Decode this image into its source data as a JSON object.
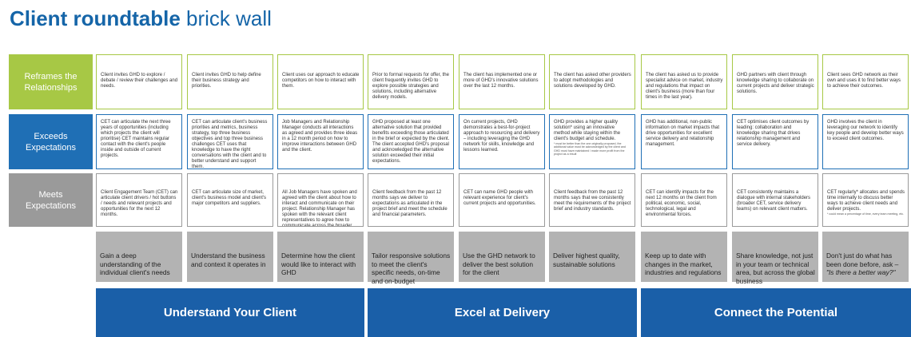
{
  "title": {
    "bold": "Client roundtable",
    "light": "brick wall"
  },
  "rows": [
    {
      "label": "Reframes the Relationships",
      "color": "#a7c845",
      "cells": [
        {
          "text": "Client invites GHD to explore / debate / review their challenges and needs.",
          "note": ""
        },
        {
          "text": "Client invites GHD to help define their business strategy and priorities.",
          "note": ""
        },
        {
          "text": "Client uses our approach to educate competitors on how to interact with them.",
          "note": ""
        },
        {
          "text": "Prior to formal requests for offer, the client frequently invites GHD to explore possible strategies and solutions, including alternative delivery models.",
          "note": ""
        },
        {
          "text": "The client has implemented one or more of GHD's innovative solutions over the last 12 months.",
          "note": ""
        },
        {
          "text": "The client has asked other providers to adopt methodologies and solutions developed by GHD.",
          "note": ""
        },
        {
          "text": "The client has asked us to provide specialist advice on market, industry and regulations that impact on client's business (more than four times in the last year).",
          "note": ""
        },
        {
          "text": "GHD partners with client through knowledge sharing to collaborate on current projects and deliver strategic solutions.",
          "note": ""
        },
        {
          "text": "Client sees GHD network as their own and uses it to find better ways to achieve their outcomes.",
          "note": ""
        }
      ]
    },
    {
      "label": "Exceeds Expectations",
      "color": "#1f6fb5",
      "cells": [
        {
          "text": "CET can articulate the next three years of opportunities (including which projects the client will prioritise) CET maintains regular contact with the client's people inside and outside of current projects.",
          "note": ""
        },
        {
          "text": "CET can articulate client's business priorities and metrics, business strategy, top three business objectives and top three business challenges CET uses that knowledge to have the right conversations with the client and to better understand and support them.",
          "note": ""
        },
        {
          "text": "Job Managers and Relationship Manager conducts all interactions as agreed and provides three ideas in a 12 month period on how to improve interactions between GHD and the client.",
          "note": ""
        },
        {
          "text": "GHD proposed at least one alternative solution that provided benefits exceeding those articulated in the brief or expected by the client. The client accepted GHD's proposal and acknowledged the alternative solution exceeded their initial expectations.",
          "note": ""
        },
        {
          "text": "On current projects, GHD demonstrates a best-for-project approach to resourcing and delivery – including leveraging the GHD network for skills, knowledge and lessons learned.",
          "note": ""
        },
        {
          "text": "GHD provides a higher quality solution* using an innovative method while staying within the client's budget and schedule.",
          "note": "* must be better than the one originally proposed, the additional value must be acknowledged by the client and GHD must have maintained / made more profit from the project as a result"
        },
        {
          "text": "GHD has additional, non-public information on market impacts that drive opportunities for excellent service delivery and relationship management.",
          "note": ""
        },
        {
          "text": "CET optimises client outcomes by leading: collaboration and knowledge sharing that drives relationship management and service delivery.",
          "note": ""
        },
        {
          "text": "GHD involves the client in leveraging our network to identify key people and develop better ways to exceed client outcomes.",
          "note": ""
        }
      ]
    },
    {
      "label": "Meets Expectations",
      "color": "#9a9a9a",
      "cells": [
        {
          "text": "Client Engagement Team (CET) can articulate client drivers / hot buttons / needs and relevant projects and opportunities for the next 12 months.",
          "note": ""
        },
        {
          "text": "CET can articulate size of market, client's business model and client's major competitors and suppliers.",
          "note": ""
        },
        {
          "text": "All Job Managers have spoken and agreed with the client about how to interact and communicate on their project. Relationship Manager has spoken with the relevant client representatives to agree how to communicate across the broader relationship.",
          "note": ""
        },
        {
          "text": "Client feedback from the past 12 months says we deliver to expectations as articulated in the project brief and meet the schedule and financial parameters.",
          "note": ""
        },
        {
          "text": "CET can name GHD people with relevant experience for client's current projects and opportunities.",
          "note": ""
        },
        {
          "text": "Client feedback from the past 12 months says that we consistently meet the requirements of the project brief and industry standards.",
          "note": ""
        },
        {
          "text": "CET can identify impacts for the next 12 months on the client from political, economic, social, technological, legal and environmental forces.",
          "note": ""
        },
        {
          "text": "CET consistently maintains a dialogue with internal stakeholders (broader CET, service delivery teams) on relevant client matters.",
          "note": ""
        },
        {
          "text": "CET regularly* allocates and spends time internally to discuss better ways to achieve client needs and deliver projects.",
          "note": "* could mean a percentage of time, every team meeting, etc."
        }
      ]
    }
  ],
  "principles": [
    {
      "text": "Gain a deep understanding of the individual client's needs",
      "em": ""
    },
    {
      "text": "Understand the business and context it operates in",
      "em": ""
    },
    {
      "text": "Determine how the client would like to interact with GHD",
      "em": ""
    },
    {
      "text": "Tailor responsive solutions to meet the client's specific needs, on-time and on-budget",
      "em": ""
    },
    {
      "text": "Use the GHD network to deliver the best solution for the client",
      "em": ""
    },
    {
      "text": "Deliver highest quality, sustainable solutions",
      "em": ""
    },
    {
      "text": "Keep up to date with changes in the market, industries and regulations",
      "em": ""
    },
    {
      "text": "Share knowledge, not just in your team or technical area, but across the global business",
      "em": ""
    },
    {
      "text": "Don't just do what has been done before, ask – ",
      "em": "\"Is there a better way?\""
    }
  ],
  "banners": [
    {
      "label": "Understand Your Client"
    },
    {
      "label": "Excel at Delivery"
    },
    {
      "label": "Connect the Potential"
    }
  ],
  "colors": {
    "title": "#1565a8",
    "banner": "#1a5fa8",
    "principle": "#b3b3b3"
  }
}
